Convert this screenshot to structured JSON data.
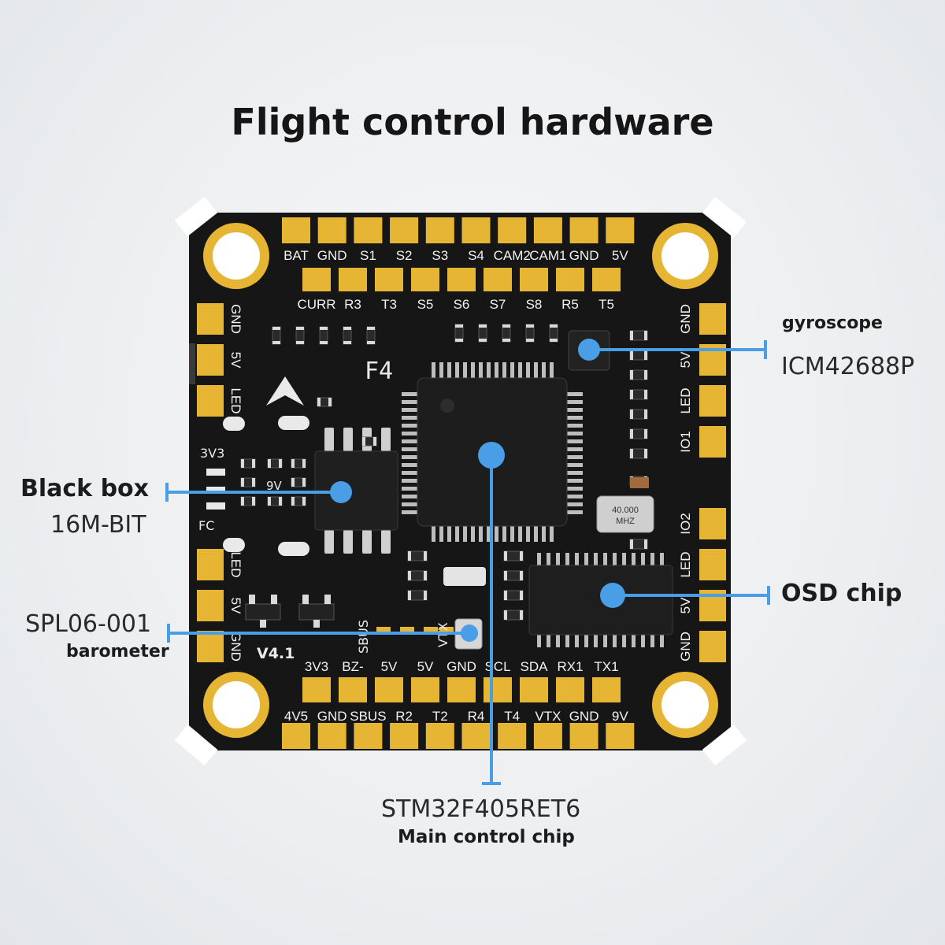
{
  "title": "Flight control hardware",
  "colors": {
    "board": "#161616",
    "pad": "#e6b534",
    "silk": "#f2f2f2",
    "callout": "#4a9ee6",
    "mount_ring": "#e6b534"
  },
  "board": {
    "version": "F4",
    "revision": "V4.1",
    "crystal": [
      "40.000",
      "MHZ"
    ],
    "top_outer_pads": [
      "BAT",
      "GND",
      "S1",
      "S2",
      "S3",
      "S4",
      "CAM2",
      "CAM1",
      "GND",
      "5V"
    ],
    "top_inner_pads": [
      "CURR",
      "R3",
      "T3",
      "S5",
      "S6",
      "S7",
      "S8",
      "R5",
      "T5"
    ],
    "bottom_outer_pads": [
      "4V5",
      "GND",
      "SBUS",
      "R2",
      "T2",
      "R4",
      "T4",
      "VTX",
      "GND",
      "9V"
    ],
    "bottom_inner_pads": [
      "3V3",
      "BZ-",
      "5V",
      "5V",
      "GND",
      "SCL",
      "SDA",
      "RX1",
      "TX1"
    ],
    "left_top_pads": [
      "GND",
      "5V",
      "LED"
    ],
    "left_bottom_pads": [
      "LED",
      "5V",
      "GND"
    ],
    "right_top_pads": [
      "GND",
      "5V",
      "LED",
      "IO1"
    ],
    "right_bottom_pads": [
      "IO2",
      "LED",
      "5V",
      "GND"
    ],
    "indicators": [
      "3V3",
      "9V",
      "FC"
    ],
    "small_pads": [
      "SBUS",
      "VTX"
    ]
  },
  "callouts": {
    "gyroscope": {
      "label": "gyroscope",
      "part": "ICM42688P"
    },
    "blackbox": {
      "label": "Black box",
      "part": "16M-BIT"
    },
    "osd": {
      "label": "OSD chip"
    },
    "barometer": {
      "part": "SPL06-001",
      "label": "barometer"
    },
    "mcu": {
      "part": "STM32F405RET6",
      "label": "Main control chip"
    }
  }
}
